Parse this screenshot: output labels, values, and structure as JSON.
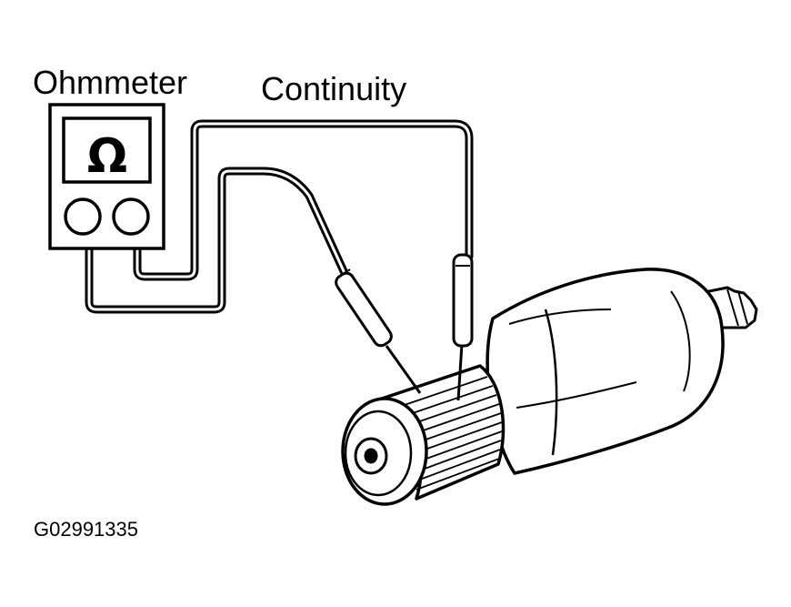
{
  "labels": {
    "meter": "Ohmmeter",
    "measurement": "Continuity",
    "figure_id": "G02991335"
  },
  "meter": {
    "display_symbol": "Ω"
  }
}
